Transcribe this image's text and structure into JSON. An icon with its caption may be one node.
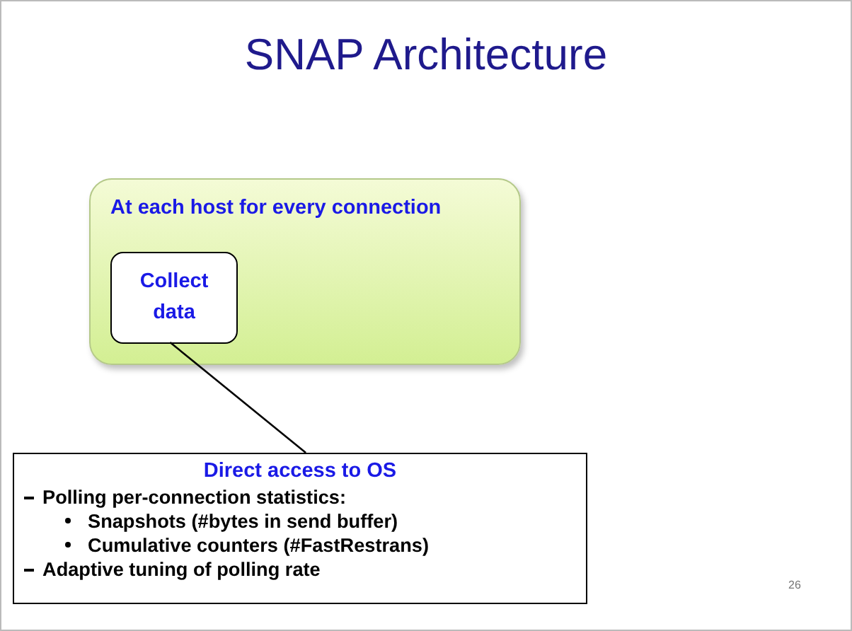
{
  "diagram": {
    "title": "SNAP Architecture",
    "nodes": [
      {
        "text": [
          "At each host for every connection"
        ]
      },
      {
        "text": [
          "Collect data"
        ],
        "in": 0
      },
      {
        "text": [
          "Direct access to OS",
          "Polling per-connection statistics:",
          "Snapshots (#bytes in send buffer)",
          "Cumulative counters (#FastRestrans)",
          "Adaptive tuning of polling rate"
        ]
      }
    ],
    "edges": [
      {
        "from": 1,
        "to": 2,
        "arrow": "none"
      }
    ],
    "labels": [
      "26"
    ]
  }
}
